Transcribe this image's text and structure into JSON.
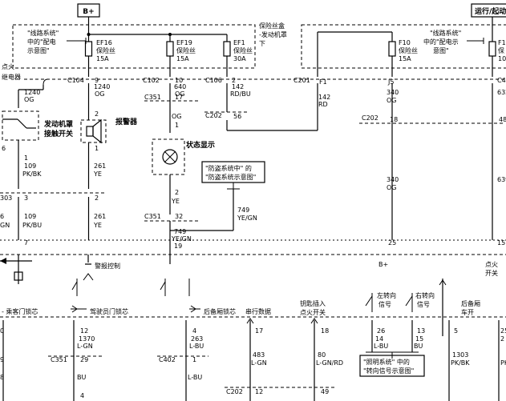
{
  "labels": {
    "b_plus_top": "B+",
    "run_crank": "运行/起动",
    "fuse_box_ref_1": "\"线路系统\"",
    "fuse_box_ref_2": "中的\"配电",
    "fuse_box_ref_3": "示意图\"",
    "fuse_box_title_1": "保险丝盒",
    "fuse_box_title_2": "-发动机罩",
    "fuse_box_title_3": "下",
    "right_ref_1": "\"线路系统\"",
    "right_ref_2": "中的\"配电示",
    "right_ref_3": "意图\"",
    "ef16": "EF16",
    "ef16_type": "保险丝",
    "ef16_rating": "15A",
    "ef19": "EF19",
    "ef19_type": "保险丝",
    "ef19_rating": "15A",
    "ef1": "EF1",
    "ef1_type": "保险丝",
    "ef1_rating": "30A",
    "f10": "F10",
    "f10_type": "保险丝",
    "f10_rating": "15A",
    "f1r": "F1",
    "f1r_type": "保",
    "f1r_rating": "10",
    "ign_relay_1": "点火",
    "ign_relay_2": "继电器",
    "c104": "C104",
    "c102": "C102",
    "c106": "C106",
    "c201": "C201",
    "c351_a": "C351",
    "c202_a": "C202",
    "c202_b": "C202",
    "c303": "303",
    "c351_b": "C351",
    "c351_c": "C351",
    "c402": "C402",
    "c202_c": "C202",
    "c4_right": "C4",
    "hood_switch_1": "发动机罩",
    "hood_switch_2": "接触开关",
    "alarm": "报警器",
    "status_display": "状态显示",
    "theft_ref_1": "\"防盗系统中\" 的",
    "theft_ref_2": "\"防盗系统示意图\"",
    "alarm_control": "警报控制",
    "b_plus_bottom": "B+",
    "ign_switch_1": "点火",
    "ign_switch_2": "开关",
    "pass_lock": "- 乘客门锁芯",
    "driver_lock": "驾驶员门锁芯",
    "trunk_lock": "后备厢锁芯",
    "serial_data": "串行数据",
    "key_in_1": "钥匙插入",
    "key_in_2": "点火开关",
    "left_turn_1": "左转向",
    "left_turn_2": "信号",
    "right_turn_1": "右转向",
    "right_turn_2": "信号",
    "trunk_open_1": "后备厢",
    "trunk_open_2": "车开",
    "light_ref_1": "\"照明系统\" 中的",
    "light_ref_2": "\"转向信号示意图\"",
    "p_f1": "F1",
    "p_j5": "J5",
    "w_142rd": "142",
    "w_142rd_c": "RD",
    "w_340og_a": "340",
    "w_340og_a_c": "OG",
    "w_340og_b": "340",
    "w_340og_b_c": "OG",
    "p_18": "18",
    "p_25": "25",
    "w_1240_left": "1240",
    "w_1240_left_c": "OG",
    "p_9": "9",
    "w_1240_mid": "1240",
    "w_1240_mid_c": "OG",
    "p_10": "10",
    "w_640": "640",
    "w_640_c": "OG",
    "p_2_c106": "2",
    "w_142_c106": "142",
    "w_142_c106_c": "RD/BU",
    "p_56": "56",
    "p_17": "17",
    "w_og_mid": "OG",
    "p_1_mid": "1",
    "p_2_mid": "2",
    "w_ye_mid": "YE",
    "p_32": "32",
    "w_749a": "749",
    "w_749a_c": "YE/GN",
    "p_19": "19",
    "w_749b": "749",
    "w_749b_c": "YE/GN",
    "p_1_alarm": "1",
    "p_2_alarm": "2",
    "w_261a": "261",
    "w_261a_c": "YE",
    "w_261b": "261",
    "w_261b_c": "YE",
    "p_2_b": "2",
    "p_7": "7",
    "p_3": "3",
    "p_6_l1": "6",
    "w_109a": "109",
    "w_109a_c": "PK/BK",
    "p_6_l2": "6",
    "w_109b": "109",
    "w_109b_c": "PK/BU",
    "w_gn_l": "GN",
    "p_12_a": "12",
    "w_1370": "1370",
    "w_1370_c": "L-GN",
    "p_29": "29",
    "w_bu": "BU",
    "p_4_a": "4",
    "p_4_b": "4",
    "w_263": "263",
    "w_263_c": "L-BU",
    "p_1_b": "1",
    "w_lbu": "L-BU",
    "p_17_b": "17",
    "w_483": "483",
    "w_483_c": "L-GN",
    "p_12_b": "12",
    "p_18_b": "18",
    "w_80": "80",
    "w_80_c": "L-GN/RD",
    "p_49": "49",
    "p_26": "26",
    "w_14": "14",
    "w_14_c": "L-BU",
    "p_13": "13",
    "w_15": "15",
    "w_15_c": "BU",
    "p_5": "5",
    "w_1303": "1303",
    "w_1303_c": "PK/BK",
    "edge_0": "0",
    "edge_9": "9",
    "edge_8": "8",
    "edge_632": "632",
    "edge_48": "48",
    "edge_639": "639",
    "edge_15": "15",
    "edge_25": "25",
    "edge_2": "2",
    "edge_pk": "PK"
  }
}
